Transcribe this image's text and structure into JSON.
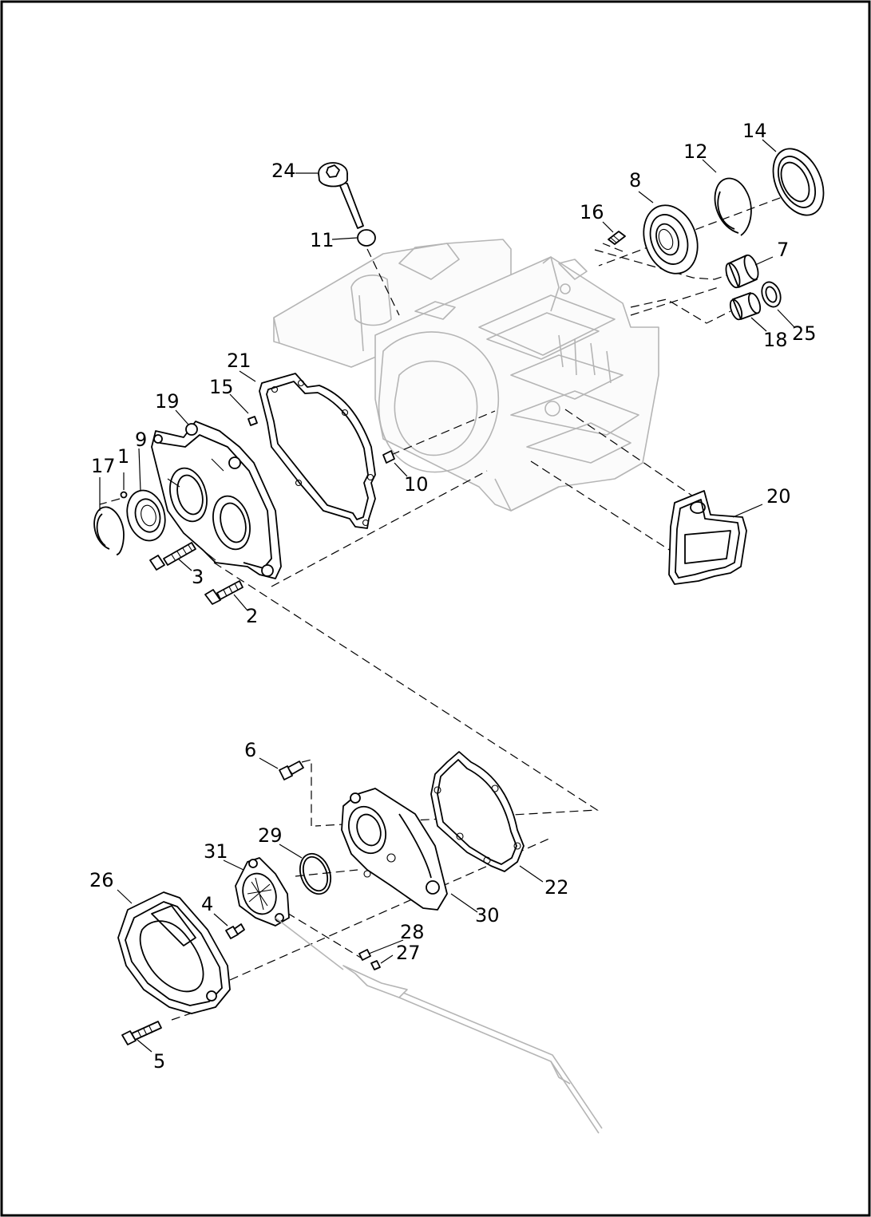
{
  "diagram": {
    "callouts": {
      "c1": "1",
      "c2": "2",
      "c3": "3",
      "c4": "4",
      "c5": "5",
      "c6": "6",
      "c7": "7",
      "c8": "8",
      "c9": "9",
      "c10": "10",
      "c11": "11",
      "c12": "12",
      "c14": "14",
      "c15": "15",
      "c16": "16",
      "c17": "17",
      "c18": "18",
      "c19": "19",
      "c20": "20",
      "c21": "21",
      "c22": "22",
      "c24": "24",
      "c25": "25",
      "c26": "26",
      "c27": "27",
      "c28": "28",
      "c29": "29",
      "c30": "30",
      "c31": "31"
    },
    "colors": {
      "line": "#000000",
      "ghost": "#b5b5b5",
      "background": "#ffffff"
    }
  }
}
